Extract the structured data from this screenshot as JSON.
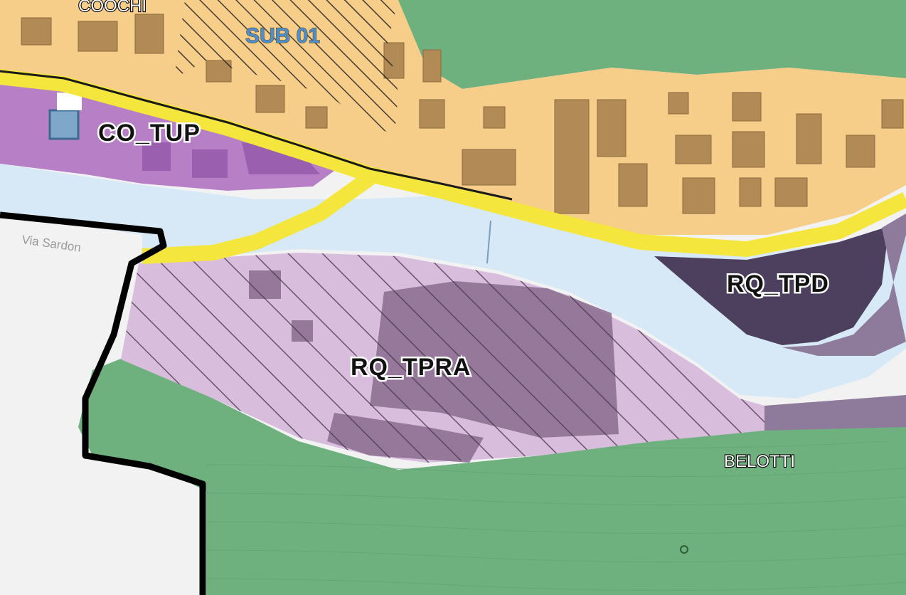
{
  "map": {
    "labels": {
      "sub_zone": "SUB 01",
      "zone_co_tup": "CO_TUP",
      "zone_rq_tpd": "RQ_TPD",
      "zone_rq_tpra": "RQ_TPRA",
      "place_belotti": "BELOTTI",
      "place_top_cut": "COOCHI",
      "street_via_sardo": "Via Sardon"
    },
    "colors": {
      "residential": "#f7cd8a",
      "building": "#b28a56",
      "green": "#6fb07f",
      "river": "#d7e9f7",
      "road": "#f4e63c",
      "commercial_purple": "#b780c6",
      "rq_tpd": "#4d3f5e",
      "rq_tpra": "#d9bddd",
      "boundary": "#000000",
      "outside": "#f2f2f2"
    }
  }
}
